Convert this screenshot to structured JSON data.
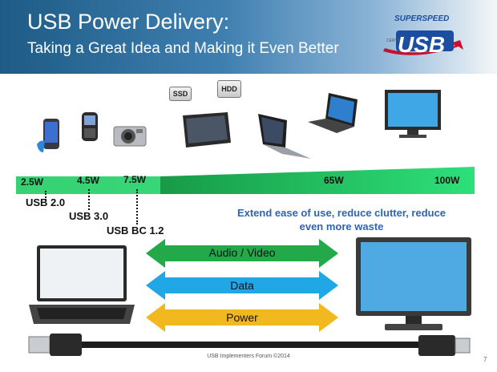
{
  "header": {
    "title": "USB Power Delivery:",
    "subtitle": "Taking a Great Idea and Making it Even Better"
  },
  "logo": {
    "top": "SUPERSPEED",
    "certified": "CERTIFIED",
    "usb": "USB"
  },
  "devices": {
    "ssd_label": "SSD",
    "hdd_label": "HDD"
  },
  "power_bar": {
    "levels": [
      "2.5W",
      "4.5W",
      "7.5W",
      "65W",
      "100W"
    ],
    "colors": {
      "left": "#0d7a2e",
      "right": "#2ee07a"
    }
  },
  "usb_versions": [
    "USB 2.0",
    "USB 3.0",
    "USB BC 1.2"
  ],
  "tagline": [
    "Extend ease of use, reduce clutter, reduce",
    "even more waste"
  ],
  "arrows": [
    {
      "label": "Audio / Video",
      "color": "#23a84a"
    },
    {
      "label": "Data",
      "color": "#21a6e6"
    },
    {
      "label": "Power",
      "color": "#f2b81f"
    }
  ],
  "footer": {
    "text": "USB Implementers Forum ©2014",
    "page": "7"
  }
}
